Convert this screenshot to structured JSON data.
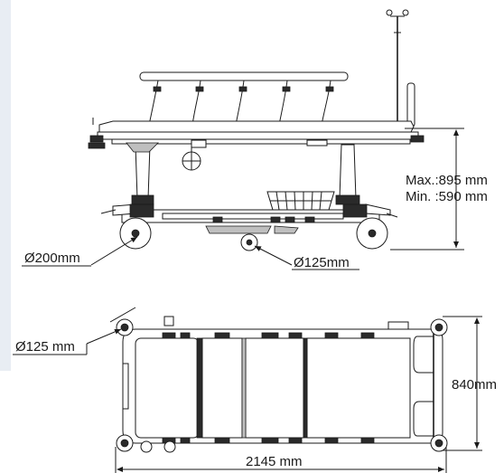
{
  "dimensions": {
    "height_max": "Max.:895 mm",
    "height_min": "Min. :590 mm",
    "castor_large": "Ø200mm",
    "castor_small_side": "Ø125mm",
    "castor_small_top": "Ø125 mm",
    "width": "840mm",
    "length": "2145 mm"
  }
}
